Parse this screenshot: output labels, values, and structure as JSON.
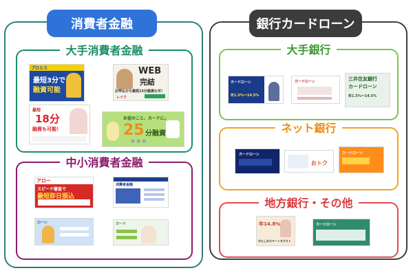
{
  "headers": {
    "consumer_finance": "消費者金融",
    "bank_card_loan": "銀行カードローン"
  },
  "sections": {
    "major_consumer": "大手消費者金融",
    "small_consumer": "中小消費者金融",
    "major_bank": "大手銀行",
    "net_bank": "ネット銀行",
    "regional_bank": "地方銀行・その他"
  },
  "thumbs": {
    "promise": {
      "brand": "プロミス",
      "copy1": "最短3分で",
      "copy2": "融資可能"
    },
    "web": {
      "big": "WEB",
      "big2": "完結",
      "small": "お申込から最短15分融資も可！",
      "brand": "レイク"
    },
    "aiful": {
      "big": "18分",
      "small": "最短",
      "copy": "融資も可能！"
    },
    "smbc": {
      "copy": "お金のこと、カードに。",
      "big": "25",
      "small": "分融資"
    },
    "arrow": {
      "brand": "アロー",
      "copy1": "スピード審査で",
      "copy2": "最短即日振込"
    },
    "blue_site": {
      "brand": "消費者金融"
    },
    "person_site": {
      "brand": "ローン"
    },
    "green_site": {
      "brand": "カード"
    },
    "mizuho": {
      "copy": "カードローン",
      "rate": "年1.5%〜14.5%"
    },
    "bank2": {
      "copy": "カードローン"
    },
    "smbc_bank": {
      "line1": "三井住友銀行",
      "line2": "カードローン",
      "rate": "年1.5%〜14.5%"
    },
    "net1": {
      "copy": "カードローン"
    },
    "net2": {
      "copy": "おトク"
    },
    "net3": {
      "copy": "カードローン"
    },
    "local1": {
      "rate": "年14.8%",
      "copy": "わたしのスマートネクスト"
    },
    "local2": {
      "copy": "カードローン"
    }
  }
}
